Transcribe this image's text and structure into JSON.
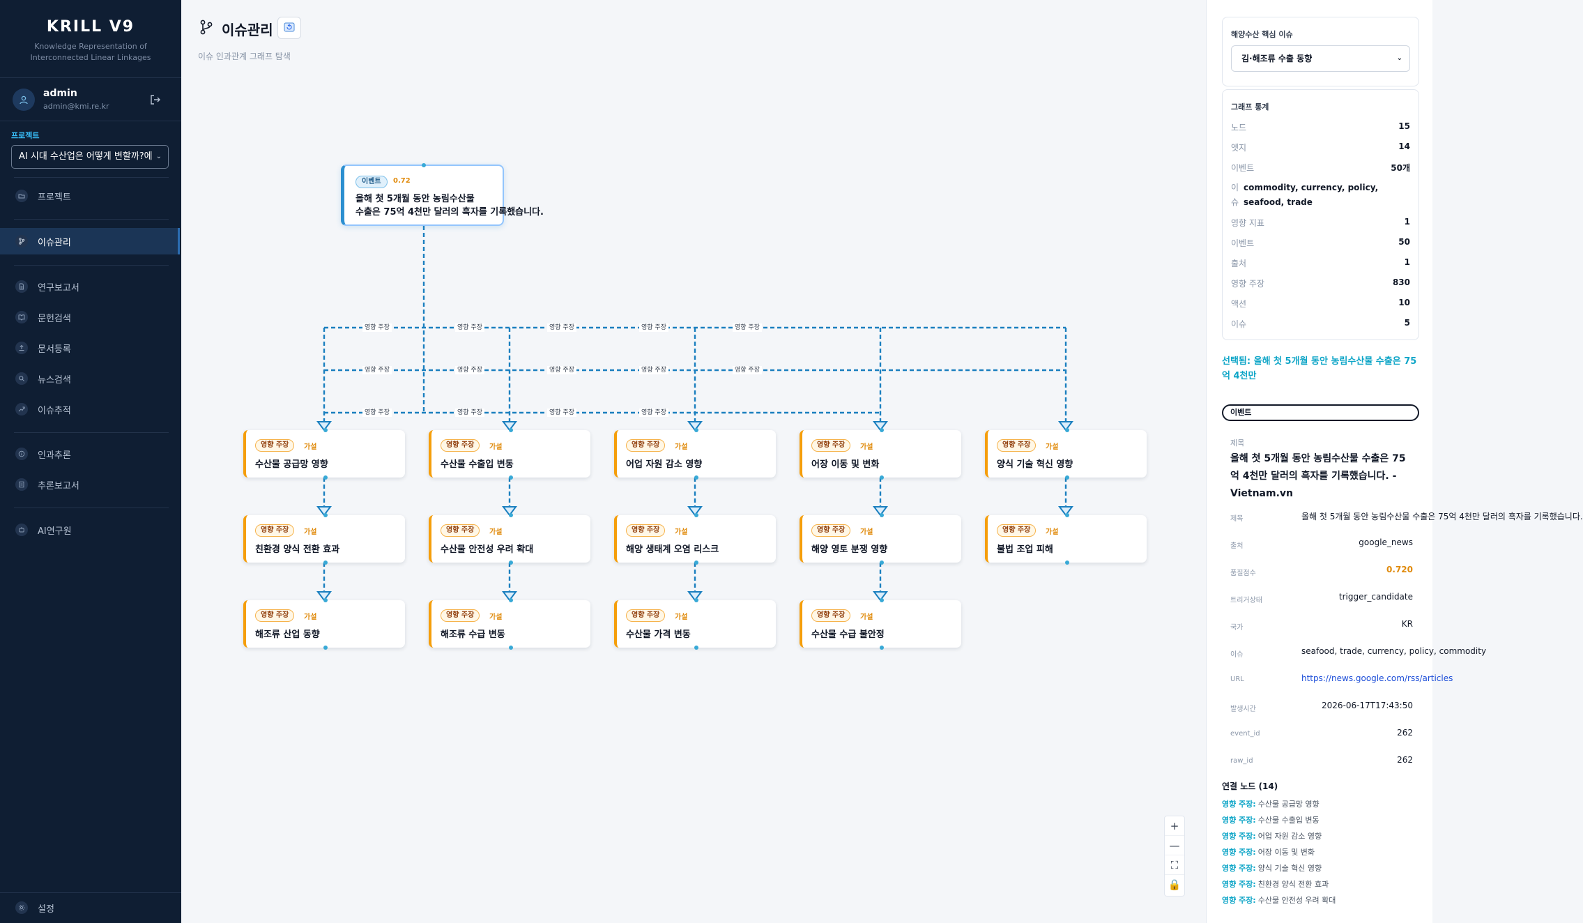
{
  "sidebar": {
    "brand_title": "KRILL V9",
    "brand_sub_1": "Knowledge Representation of",
    "brand_sub_2": "Interconnected Linear Linkages",
    "user_name": "admin",
    "user_email": "admin@kmi.re.kr",
    "project_label": "프로젝트",
    "project_value": "AI 시대 수산업은 어떻게 변할까?에",
    "items": [
      {
        "label": "프로젝트",
        "icon": "folder-icon"
      },
      {
        "label": "이슈관리",
        "icon": "branch-icon"
      },
      {
        "label": "연구보고서",
        "icon": "document-icon"
      },
      {
        "label": "문헌검색",
        "icon": "book-icon"
      },
      {
        "label": "문서등록",
        "icon": "upload-icon"
      },
      {
        "label": "뉴스검색",
        "icon": "search-icon"
      },
      {
        "label": "이슈추적",
        "icon": "trend-icon"
      },
      {
        "label": "인과추론",
        "icon": "info-icon"
      },
      {
        "label": "추론보고서",
        "icon": "report-icon"
      },
      {
        "label": "AI연구원",
        "icon": "bot-icon"
      }
    ],
    "settings_label": "설정"
  },
  "header": {
    "title": "이슈관리",
    "subtitle": "이슈 인과관계 그래프 탐색"
  },
  "graph": {
    "edge_label": "영향 주장",
    "event_node": {
      "badge": "이벤트",
      "score": "0.72",
      "title_line1": "올해 첫 5개월 동안 농림수산물",
      "title_line2": "수출은 75억 4천만 달러의 흑자를 기록했습니다."
    },
    "node_badge": "영향 주장",
    "node_kind": "가설",
    "nodes": [
      [
        "수산물 공급망 영향",
        "친환경 양식 전환 효과",
        "해조류 산업 동향"
      ],
      [
        "수산물 수출입 변동",
        "수산물 안전성 우려 확대",
        "해조류 수급 변동"
      ],
      [
        "어업 자원 감소 영향",
        "해양 생태계 오염 리스크",
        "수산물 가격 변동"
      ],
      [
        "어장 이동 및 변화",
        "해양 영토 분쟁 영향",
        "수산물 수급 불안정"
      ],
      [
        "양식 기술 혁신 영향",
        "불법 조업 피해"
      ]
    ],
    "controls": [
      "+",
      "—",
      "⛶",
      "🔒"
    ]
  },
  "right_panel": {
    "issue_title": "해양수산 핵심 이슈",
    "issue_value": "김·해조류 수출 동향",
    "stats_title": "그래프 통계",
    "stats": [
      {
        "k": "노드",
        "v": "15"
      },
      {
        "k": "엣지",
        "v": "14"
      },
      {
        "k": "이벤트",
        "v": "50개"
      }
    ],
    "issue_stat_key": "이슈",
    "issue_stat_value": "commodity, currency, policy, seafood, trade",
    "stats2": [
      {
        "k": "영향 지표",
        "v": "1"
      },
      {
        "k": "이벤트",
        "v": "50"
      },
      {
        "k": "출처",
        "v": "1"
      },
      {
        "k": "영향 주장",
        "v": "830"
      },
      {
        "k": "액션",
        "v": "10"
      },
      {
        "k": "이슈",
        "v": "5"
      }
    ],
    "selected_text": "선택됨: 올해 첫 5개월 동안 농림수산물 수출은 75억 4천만",
    "type_pill": "이벤트",
    "detail_title_key": "제목",
    "detail_title": "올해 첫 5개월 동안 농림수산물 수출은 75억 4천만 달러의 흑자를 기록했습니다. - Vietnam.vn",
    "details": [
      {
        "k": "제목",
        "v": "올해 첫 5개월 동안 농림수산물 수출은 75억 4천만 달러의 흑자를 기록했습니다.",
        "cls": ""
      },
      {
        "k": "출처",
        "v": "google_news",
        "cls": ""
      },
      {
        "k": "품질점수",
        "v": "0.720",
        "cls": "score"
      },
      {
        "k": "트리거상태",
        "v": "trigger_candidate",
        "cls": ""
      },
      {
        "k": "국가",
        "v": "KR",
        "cls": ""
      },
      {
        "k": "이슈",
        "v": "seafood, trade, currency, policy, commodity",
        "cls": ""
      },
      {
        "k": "URL",
        "v": "https://news.google.com/rss/articles",
        "cls": "link"
      },
      {
        "k": "발생시간",
        "v": "2026-06-17T17:43:50",
        "cls": ""
      },
      {
        "k": "event_id",
        "v": "262",
        "cls": ""
      },
      {
        "k": "raw_id",
        "v": "262",
        "cls": ""
      }
    ],
    "connected_title": "연결 노드 (14)",
    "connected_rel": "영향 주장:",
    "connected": [
      "수산물 공급망 영향",
      "수산물 수출입 변동",
      "어업 자원 감소 영향",
      "어장 이동 및 변화",
      "양식 기술 혁신 영향",
      "친환경 양식 전환 효과",
      "수산물 안전성 우려 확대"
    ]
  }
}
